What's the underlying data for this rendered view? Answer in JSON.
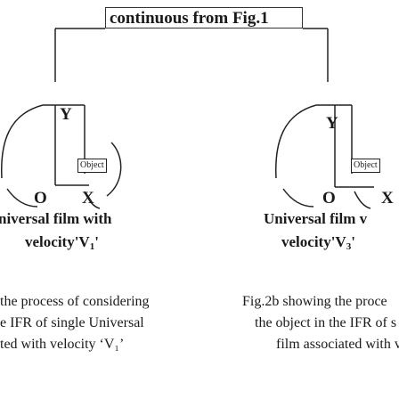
{
  "header": {
    "text": "continuous from Fig.1"
  },
  "left_panel": {
    "axis_y": "Y",
    "origin": "O",
    "axis_x": "X",
    "object_label": "Object",
    "title_line1": "niversal film with",
    "title_line2_prefix": "velocity'V",
    "title_line2_sub": "1",
    "title_line2_suffix": "'"
  },
  "right_panel": {
    "axis_y": "Y",
    "origin": "O",
    "axis_x": "X",
    "object_label": "Object",
    "title_line1": "Universal film v",
    "title_line2_prefix": "velocity'V",
    "title_line2_sub": "3",
    "title_line2_suffix": "'"
  },
  "captions": {
    "left_line1": "the process of considering",
    "left_line2": "e IFR of single Universal",
    "left_line3": "ted with velocity ‘V₁’",
    "right_line1": "Fig.2b showing the proce",
    "right_line2": "the object in the IFR of s",
    "right_line3": "film associated with v"
  },
  "colors": {
    "ink": "#1a1a1a",
    "background": "#ffffff"
  }
}
